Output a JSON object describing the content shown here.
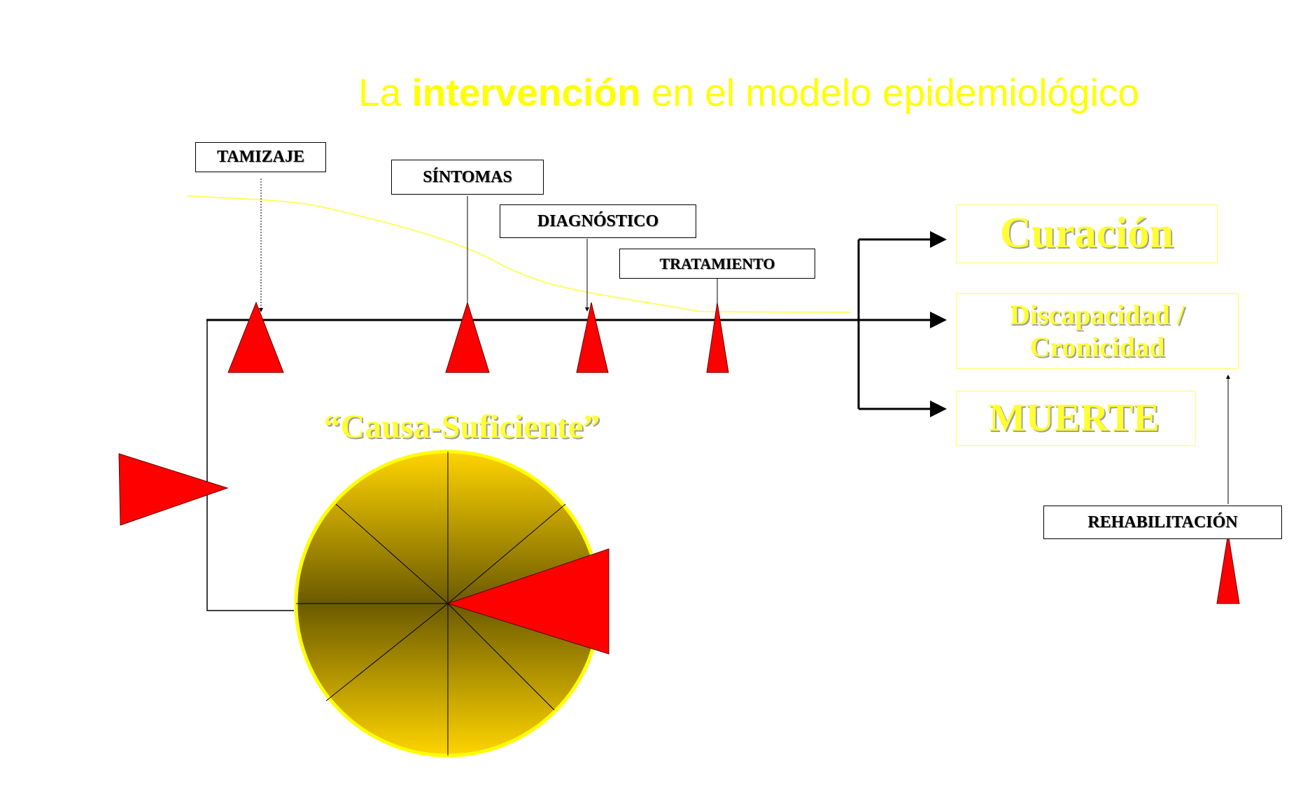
{
  "title": {
    "pre": "La ",
    "bold": "intervención",
    "post": " en el modelo epidemiológico"
  },
  "labels": {
    "tamizaje": "TAMIZAJE",
    "sintomas": "SÍNTOMAS",
    "diagnostico": "DIAGNÓSTICO",
    "tratamiento": "TRATAMIENTO",
    "rehabilitacion": "REHABILITACIÓN"
  },
  "outcomes": {
    "curacion": "Curación",
    "discapacidad_line1": "Discapacidad /",
    "discapacidad_line2": "Cronicidad",
    "muerte": "MUERTE"
  },
  "causa": "“Causa-Suficiente”",
  "colors": {
    "title": "#ffff00",
    "outcome_text": "#ffff33",
    "marker": "#ff0000",
    "pie_light": "#ffd400",
    "pie_dark": "#6b5a00",
    "curve": "#ffff66"
  },
  "icons": {
    "markers": "red-triangle-icon",
    "pie": "pie-chart-icon",
    "arrows": "arrow-icon"
  }
}
